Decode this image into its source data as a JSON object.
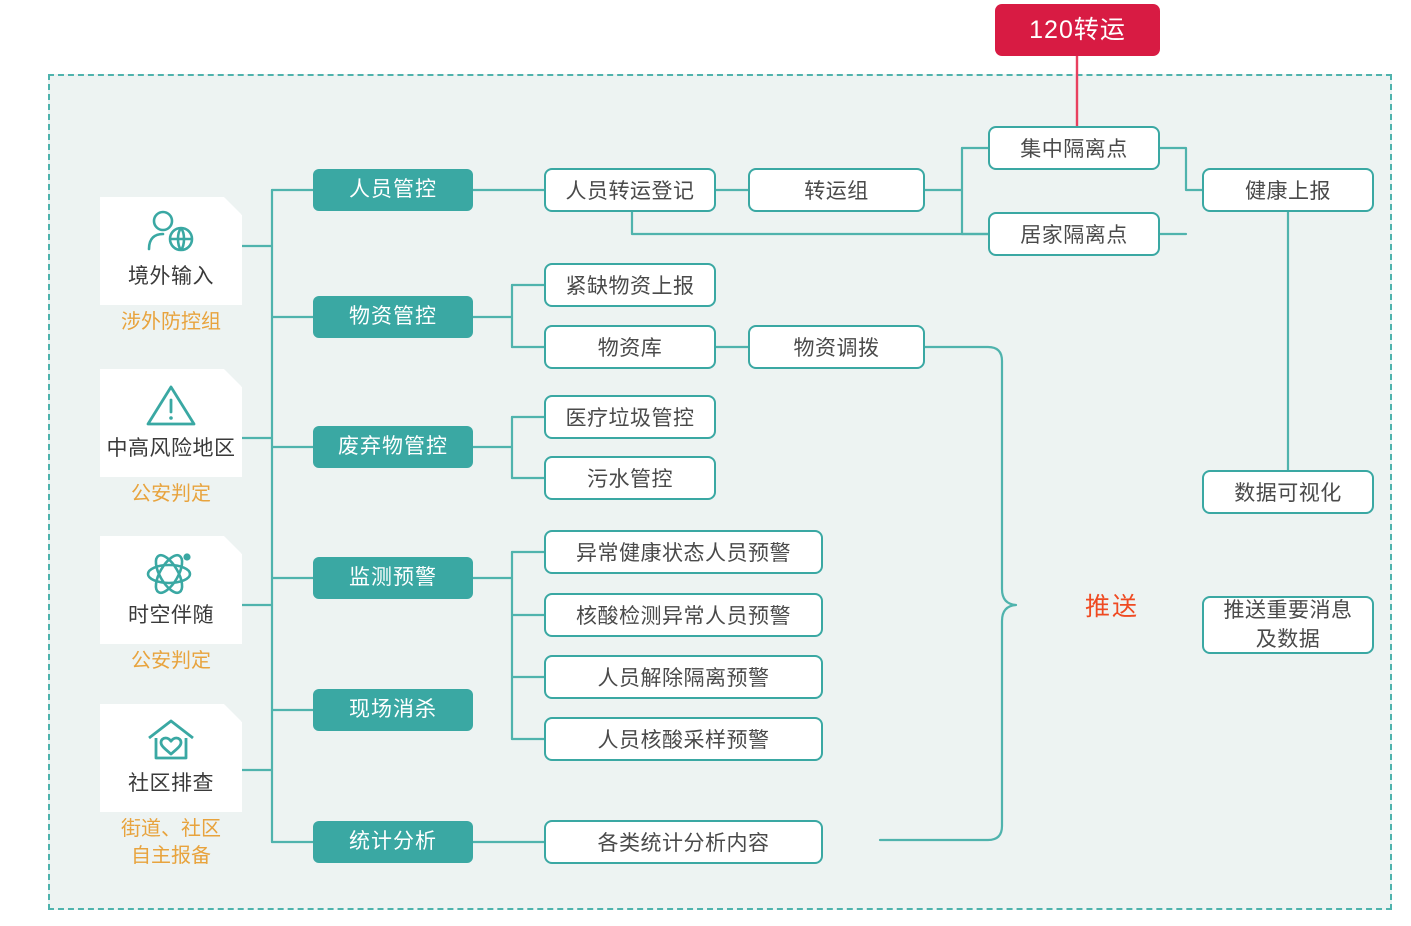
{
  "badge": {
    "label": "120转运",
    "color": "#d81b43"
  },
  "theme": {
    "teal": "#3aa8a3",
    "teal_line": "#4fb3ad",
    "orange": "#e8a33d",
    "red": "#ef4a22",
    "panel_bg": "#edf3f2",
    "page_bg": "#ffffff"
  },
  "sources": [
    {
      "name": "境外输入",
      "sub": "涉外防控组",
      "icon": "person-globe-icon"
    },
    {
      "name": "中高风险地区",
      "sub": "公安判定",
      "icon": "warning-triangle-icon"
    },
    {
      "name": "时空伴随",
      "sub": "公安判定",
      "icon": "atom-orbit-icon"
    },
    {
      "name": "社区排查",
      "sub": "街道、社区\n自主报备",
      "sub_line1": "街道、社区",
      "sub_line2": "自主报备",
      "icon": "house-heart-icon"
    }
  ],
  "categories": [
    {
      "label": "人员管控"
    },
    {
      "label": "物资管控"
    },
    {
      "label": "废弃物管控"
    },
    {
      "label": "监测预警"
    },
    {
      "label": "现场消杀"
    },
    {
      "label": "统计分析"
    }
  ],
  "nodes": {
    "transfer_register": "人员转运登记",
    "transfer_team": "转运组",
    "central_quarantine": "集中隔离点",
    "home_quarantine": "居家隔离点",
    "health_report": "健康上报",
    "data_visual": "数据可视化",
    "push_msg_line1": "推送重要消息",
    "push_msg_line2": "及数据",
    "urgent_supply": "紧缺物资上报",
    "supply_store": "物资库",
    "supply_dispatch": "物资调拨",
    "medical_waste": "医疗垃圾管控",
    "sewage_control": "污水管控",
    "alert_health": "异常健康状态人员预警",
    "alert_pcr": "核酸检测异常人员预警",
    "alert_release": "人员解除隔离预警",
    "alert_sampling": "人员核酸采样预警",
    "stats_content": "各类统计分析内容"
  },
  "push_label": "推送"
}
